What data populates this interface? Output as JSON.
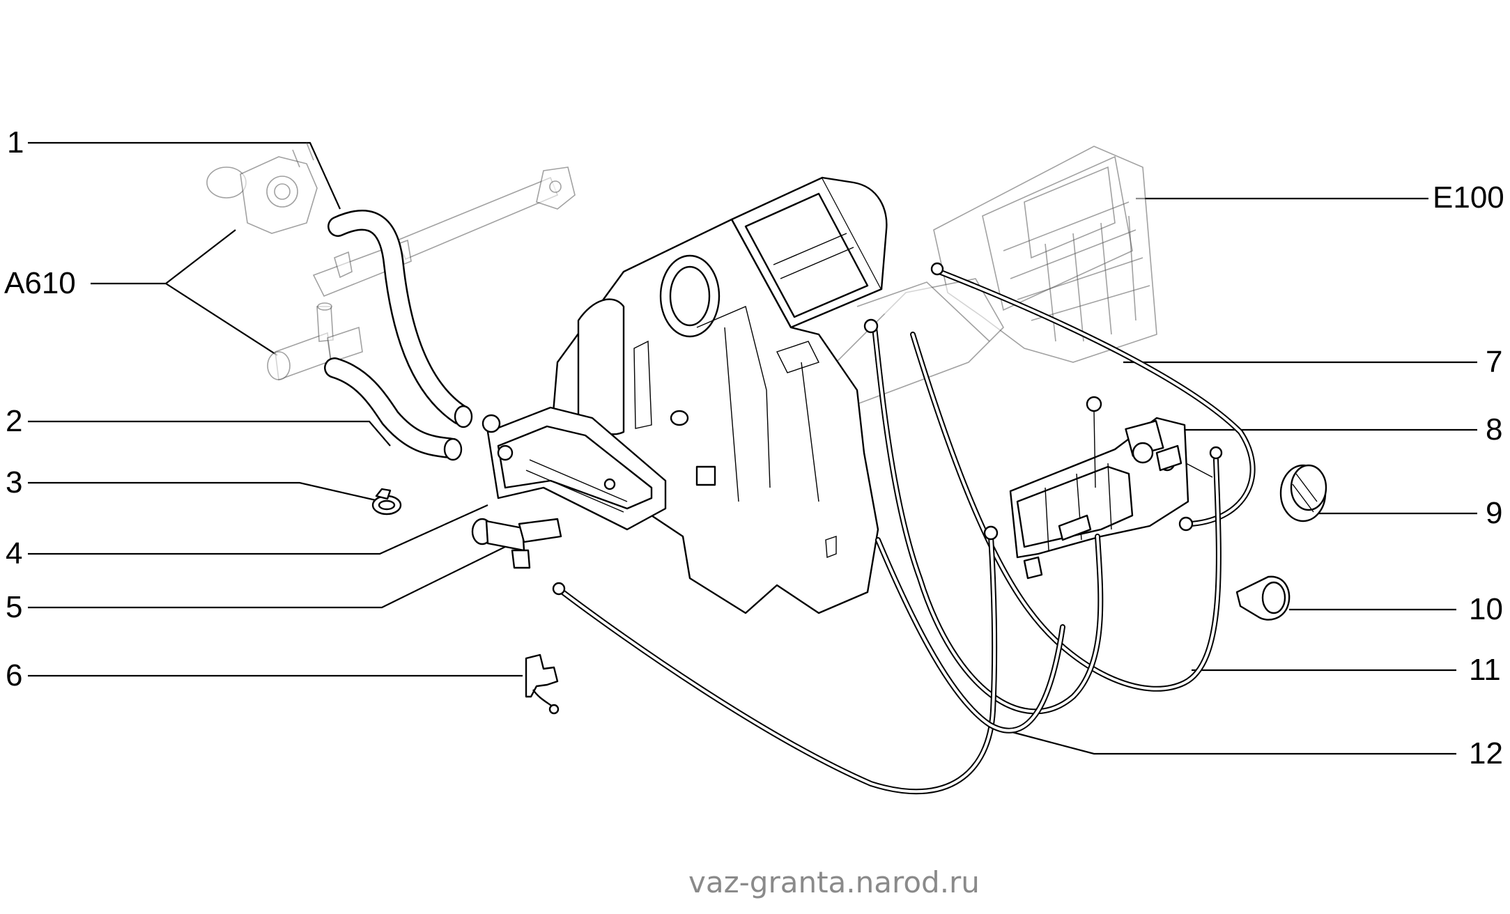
{
  "callouts": {
    "c1": "1",
    "c2": "2",
    "c3": "3",
    "c4": "4",
    "c5": "5",
    "c6": "6",
    "c7": "7",
    "c8": "8",
    "c9": "9",
    "c10": "10",
    "c11": "11",
    "c12": "12",
    "a610": "A610",
    "e100": "E100"
  },
  "watermark": "vaz-granta.narod.ru",
  "colors": {
    "ink": "#000000",
    "watermark": "#8a8a8a",
    "background": "#ffffff"
  }
}
